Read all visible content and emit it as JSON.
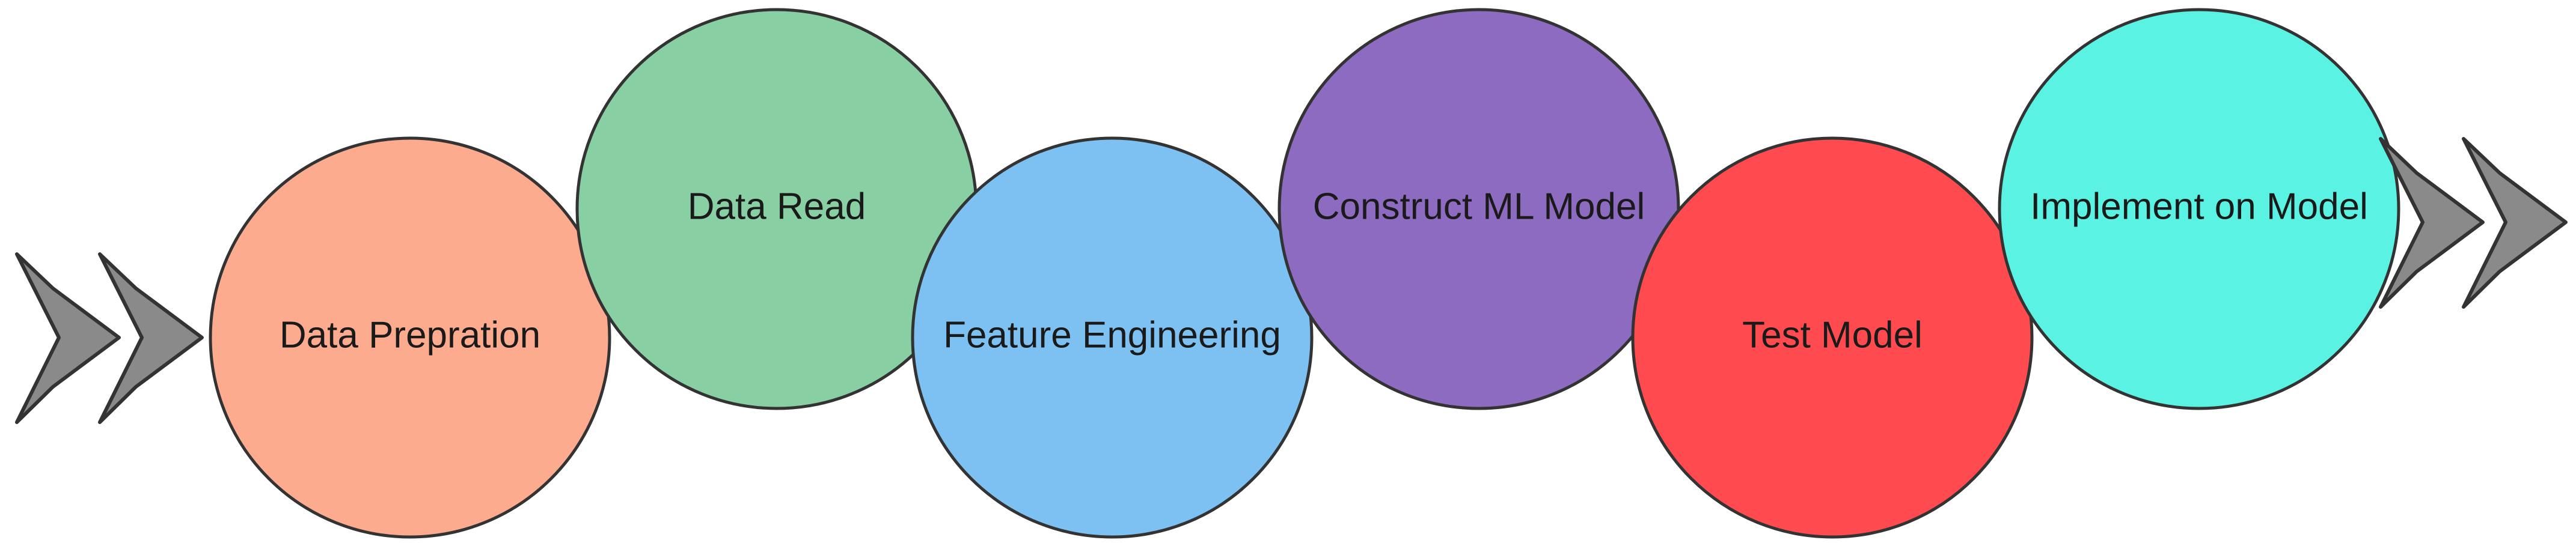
{
  "diagram": {
    "steps": [
      {
        "label": "Data Prepration",
        "color": "#FCAB8E"
      },
      {
        "label": "Data Read",
        "color": "#88D0A4"
      },
      {
        "label": "Feature Engineering",
        "color": "#7DC1F2"
      },
      {
        "label": "Construct ML Model",
        "color": "#8C6BC0"
      },
      {
        "label": "Test Model",
        "color": "#FF4B4F"
      },
      {
        "label": "Implement on Model",
        "color": "#5AF2E2"
      }
    ],
    "chevron_color": "#8A8A8A",
    "outline_color": "#333333"
  }
}
